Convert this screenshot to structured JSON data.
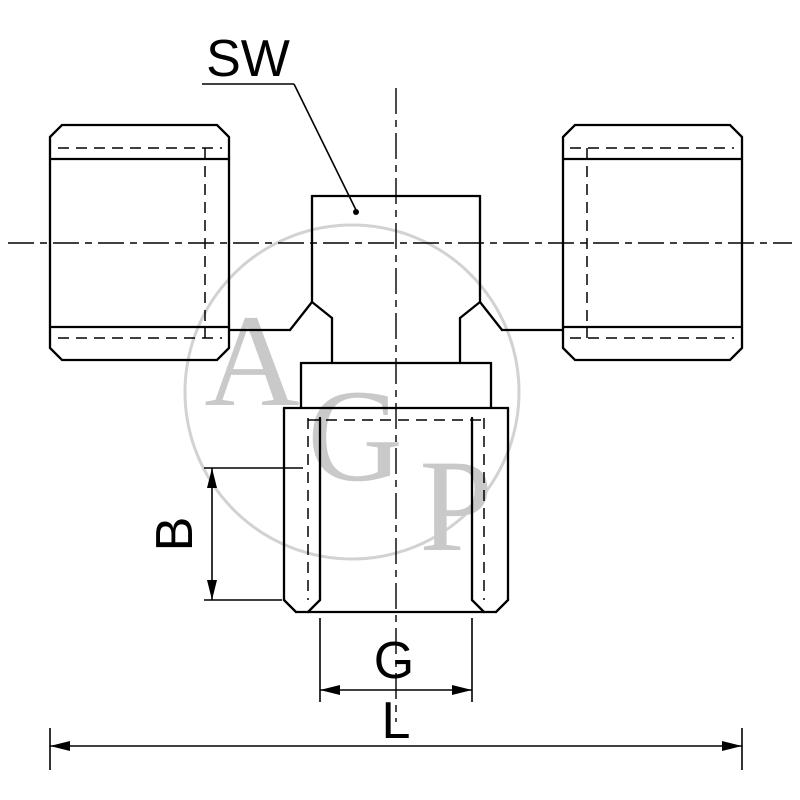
{
  "labels": {
    "sw": "SW",
    "b": "B",
    "g": "G",
    "l": "L"
  },
  "watermark": {
    "text": "AGP",
    "letters": [
      "A",
      "G",
      "P"
    ]
  },
  "colors": {
    "line": "#000000",
    "watermark_text": "#c9c9c9",
    "watermark_circle": "#d2d2d2",
    "background": "#ffffff"
  }
}
